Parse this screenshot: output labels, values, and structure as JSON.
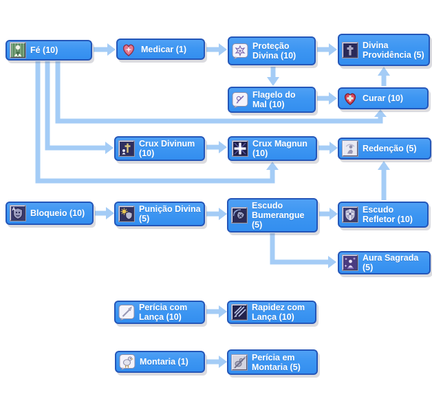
{
  "diagram": {
    "type": "skill-tree",
    "colors": {
      "background": "#FFFFFF",
      "node_fill": "#3D96F2",
      "node_border": "#2456B8",
      "connector": "#A4CCF6",
      "label_text": "#FFFFFF"
    },
    "nodes": {
      "fe": {
        "label": "Fé (10)",
        "icon": "praying-figure-icon"
      },
      "medicar": {
        "label": "Medicar (1)",
        "icon": "pink-heart-sparkle-icon"
      },
      "protecao_divina": {
        "label": "Proteção Divina (10)",
        "icon": "burst-bubble-icon"
      },
      "divina_providencia": {
        "label": "Divina Providência (5)",
        "icon": "silver-cross-icon"
      },
      "flagelo_do_mal": {
        "label": "Flagelo do Mal (10)",
        "icon": "arrow-bubble-icon"
      },
      "curar": {
        "label": "Curar (10)",
        "icon": "red-heart-cross-icon"
      },
      "crux_divinum": {
        "label": "Crux Divinum (10)",
        "icon": "gold-cross-icon"
      },
      "crux_magnun": {
        "label": "Crux Magnun (10)",
        "icon": "glowing-cross-icon"
      },
      "redencao": {
        "label": "Redenção (5)",
        "icon": "kneeling-figure-icon"
      },
      "bloqueio": {
        "label": "Bloqueio (10)",
        "icon": "shield-face-icon"
      },
      "punicao_divina": {
        "label": "Punição Divina (5)",
        "icon": "sun-shield-icon"
      },
      "escudo_bumerangue": {
        "label": "Escudo Bumerangue (5)",
        "icon": "spinning-shield-icon"
      },
      "escudo_refletor": {
        "label": "Escudo Refletor (10)",
        "icon": "cross-shield-icon"
      },
      "aura_sagrada": {
        "label": "Aura Sagrada (5)",
        "icon": "holy-aura-icon"
      },
      "pericia_com_lanca": {
        "label": "Perícia com Lança (10)",
        "icon": "spear-bubble-icon"
      },
      "rapidez_com_lanca": {
        "label": "Rapidez com Lança (10)",
        "icon": "spear-streaks-icon"
      },
      "montaria": {
        "label": "Montaria (1)",
        "icon": "bird-mount-icon"
      },
      "pericia_em_montaria": {
        "label": "Perícia em Montaria (5)",
        "icon": "mounted-spear-icon"
      }
    },
    "edges": [
      {
        "from": "Fé",
        "to": "Medicar"
      },
      {
        "from": "Medicar",
        "to": "Proteção Divina"
      },
      {
        "from": "Proteção Divina",
        "to": "Divina Providência"
      },
      {
        "from": "Proteção Divina",
        "to": "Flagelo do Mal"
      },
      {
        "from": "Flagelo do Mal",
        "to": "Curar"
      },
      {
        "from": "Curar",
        "to": "Divina Providência"
      },
      {
        "from": "Fé",
        "to": "Curar"
      },
      {
        "from": "Fé",
        "to": "Crux Divinum"
      },
      {
        "from": "Fé",
        "to": "Crux Magnun"
      },
      {
        "from": "Crux Divinum",
        "to": "Crux Magnun"
      },
      {
        "from": "Crux Magnun",
        "to": "Redenção"
      },
      {
        "from": "Bloqueio",
        "to": "Punição Divina"
      },
      {
        "from": "Punição Divina",
        "to": "Escudo Bumerangue"
      },
      {
        "from": "Escudo Bumerangue",
        "to": "Escudo Refletor"
      },
      {
        "from": "Escudo Refletor",
        "to": "Redenção"
      },
      {
        "from": "Escudo Bumerangue",
        "to": "Aura Sagrada"
      },
      {
        "from": "Perícia com Lança",
        "to": "Rapidez com Lança"
      },
      {
        "from": "Montaria",
        "to": "Perícia em Montaria"
      }
    ]
  }
}
